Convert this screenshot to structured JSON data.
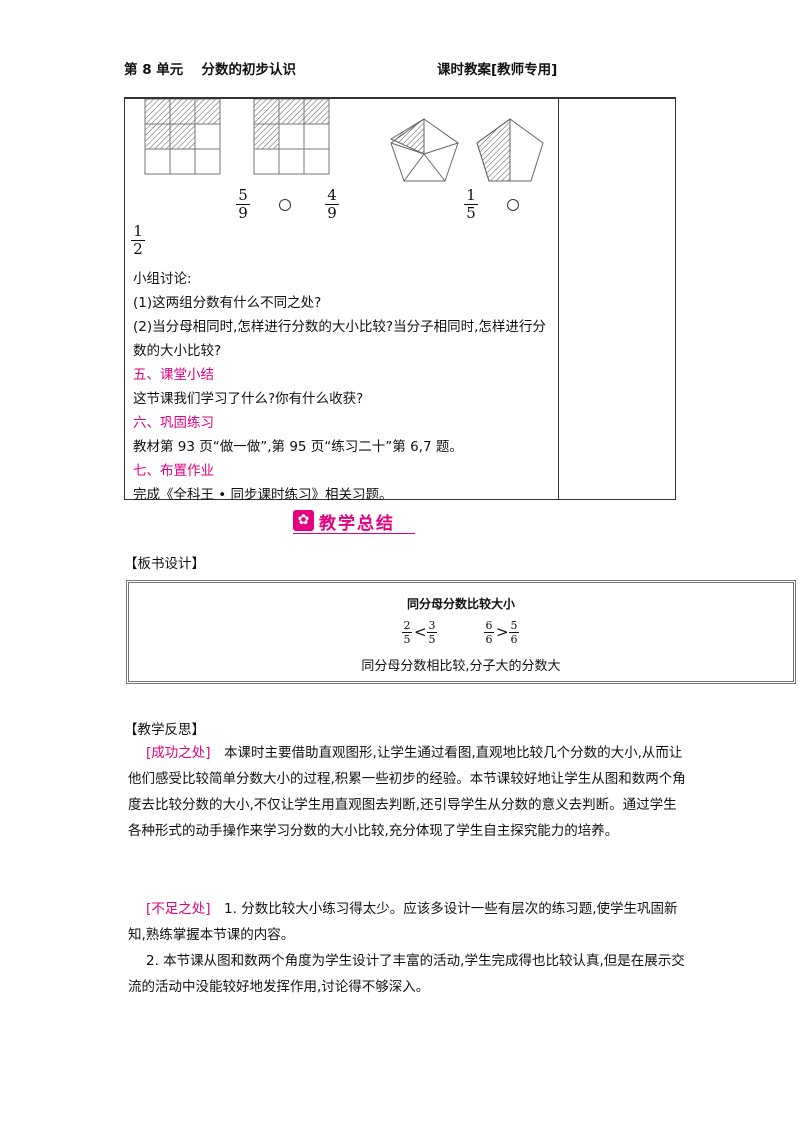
{
  "header": {
    "unit": "第 8 单元　 分数的初步认识",
    "type": "课时教案[教师专用]"
  },
  "lesson": {
    "fractions": [
      {
        "n": "5",
        "d": "9"
      },
      {
        "n": "4",
        "d": "9"
      },
      {
        "n": "1",
        "d": "5"
      },
      {
        "n": "1",
        "d": "2"
      }
    ],
    "lines": [
      {
        "text": "小组讨论:",
        "pink": false
      },
      {
        "text": "(1)这两组分数有什么不同之处?",
        "pink": false
      },
      {
        "text": "(2)当分母相同时,怎样进行分数的大小比较?当分子相同时,怎样进行分数的大小比较?",
        "pink": false
      },
      {
        "text": "五、课堂小结",
        "pink": true
      },
      {
        "text": "这节课我们学习了什么?你有什么收获?",
        "pink": false
      },
      {
        "text": "六、巩固练习",
        "pink": true
      },
      {
        "text": "教材第 93 页“做一做”,第 95 页“练习二十”第 6,7 题。",
        "pink": false
      },
      {
        "text": "七、布置作业",
        "pink": true
      },
      {
        "text": "完成《全科王 • 同步课时练习》相关习题。",
        "pink": false
      }
    ]
  },
  "summary_banner": "教学总结",
  "board": {
    "label": "【板书设计】",
    "title": "同分母分数比较大小",
    "c1": {
      "a": {
        "n": "2",
        "d": "5"
      },
      "op": "<",
      "b": {
        "n": "3",
        "d": "5"
      }
    },
    "c2": {
      "a": {
        "n": "6",
        "d": "6"
      },
      "op": ">",
      "b": {
        "n": "5",
        "d": "6"
      }
    },
    "rule": "同分母分数相比较,分子大的分数大"
  },
  "reflection": {
    "label": "【教学反思】",
    "p1_tag": "[成功之处]",
    "p1": "　本课时主要借助直观图形,让学生通过看图,直观地比较几个分数的大小,从而让他们感受比较简单分数大小的过程,积累一些初步的经验。本节课较好地让学生从图和数两个角度去比较分数的大小,不仅让学生用直观图去判断,还引导学生从分数的意义去判断。通过学生各种形式的动手操作来学习分数的大小比较,充分体现了学生自主探究能力的培养。",
    "p2_tag": "[不足之处]",
    "p2": "　1. 分数比较大小练习得太少。应该多设计一些有层次的练习题,使学生巩固新知,熟练掌握本节课的内容。",
    "p3": "2. 本节课从图和数两个角度为学生设计了丰富的活动,学生完成得也比较认真,但是在展示交流的活动中没能较好地发挥作用,讨论得不够深入。"
  },
  "colors": {
    "accent": "#e4007f"
  }
}
